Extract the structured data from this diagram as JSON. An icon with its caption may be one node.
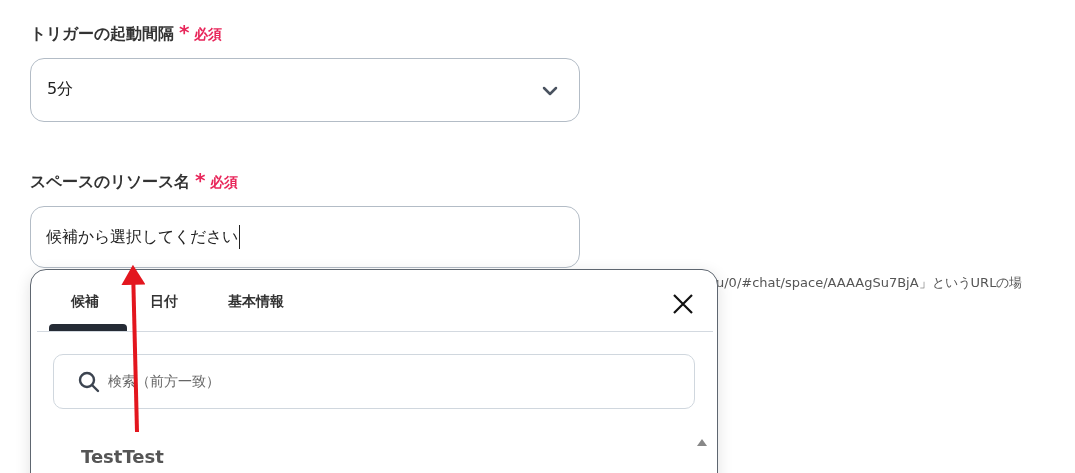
{
  "diagram": {
    "nodes": [
      {
        "text": [
          "5分"
        ]
      },
      {
        "text": [
          "候補から選択してください"
        ]
      },
      {
        "text": [
          "TestTest"
        ]
      }
    ],
    "edges": [
      {
        "from": 2,
        "to": 1,
        "arrow": "to",
        "color": "#e3161e"
      }
    ],
    "labels": [
      "トリガーの起動間隔",
      "*",
      "必須",
      "スペースのリソース名",
      "*",
      "必須",
      "u/0/#chat/space/AAAAgSu7BjA」というURLの場",
      "候補",
      "日付",
      "基本情報",
      "検索（前方一致）"
    ]
  }
}
